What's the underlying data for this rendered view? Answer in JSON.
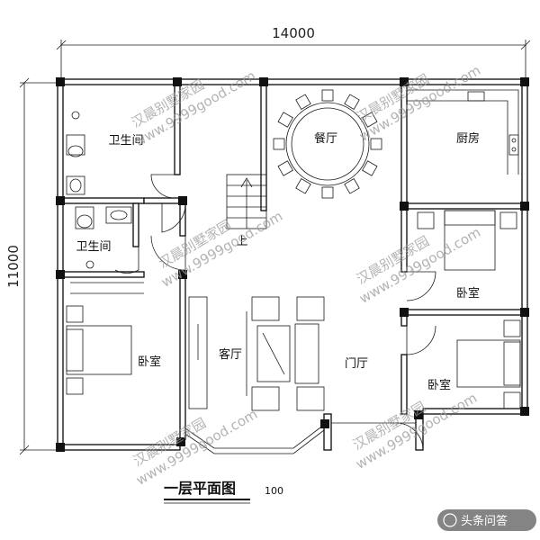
{
  "dimensions": {
    "width": "14000",
    "height": "11000"
  },
  "rooms": {
    "bathroom_1": "卫生间",
    "bathroom_2": "卫生间",
    "dining": "餐厅",
    "kitchen": "厨房",
    "bedroom_ne": "卧室",
    "bedroom_w": "卧室",
    "living": "客厅",
    "foyer": "门厅",
    "bedroom_se": "卧室",
    "stair_up": "上"
  },
  "watermark": {
    "text": "汉晨别墅家园",
    "url": "www.9999good.com"
  },
  "title": {
    "text": "一层平面图",
    "scale": "100"
  },
  "credit": {
    "text": "头条问答"
  }
}
